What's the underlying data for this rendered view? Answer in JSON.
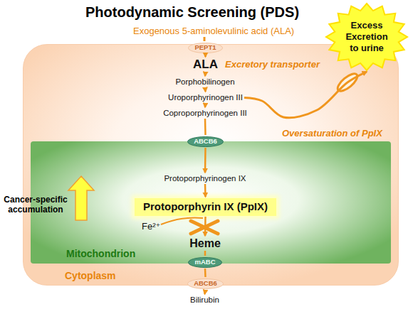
{
  "diagram": {
    "title": "Photodynamic Screening (PDS)",
    "nodes": [
      {
        "text": [
          "Cytoplasm"
        ]
      },
      {
        "text": [
          "PEPT1"
        ],
        "in": 0
      },
      {
        "text": [
          "ALA"
        ],
        "in": 0
      },
      {
        "text": [
          "Porphobilinogen"
        ],
        "in": 0
      },
      {
        "text": [
          "Uroporphyrinogen III"
        ],
        "in": 0
      },
      {
        "text": [
          "Coproporphyrinogen III"
        ],
        "in": 0
      },
      {
        "text": [
          "Mitochondrion"
        ],
        "in": 0
      },
      {
        "text": [
          "ABCB6"
        ],
        "in": 6
      },
      {
        "text": [
          "Protoporphyrinogen IX"
        ],
        "in": 6
      },
      {
        "text": [
          "Protoporphyrin IX (PpIX)"
        ],
        "in": 6
      },
      {
        "text": [
          "Heme"
        ],
        "in": 6
      },
      {
        "text": [
          "mABC"
        ],
        "in": 6
      },
      {
        "text": [
          "ABCB6"
        ],
        "in": 0
      },
      {
        "text": [
          "Bilirubin"
        ]
      },
      {
        "text": [
          "Excess Excretion to urine"
        ]
      }
    ],
    "edges": [
      {
        "from": 1,
        "to": 2,
        "arrow": "to"
      },
      {
        "from": 2,
        "to": 3,
        "arrow": "to"
      },
      {
        "from": 3,
        "to": 4,
        "arrow": "to"
      },
      {
        "from": 4,
        "to": 5,
        "arrow": "to"
      },
      {
        "from": 5,
        "to": 7,
        "arrow": "none"
      },
      {
        "from": 7,
        "to": 8,
        "arrow": "to"
      },
      {
        "from": 8,
        "to": 9,
        "arrow": "to"
      },
      {
        "from": 9,
        "to": 10,
        "arrow": "to"
      },
      {
        "from": 10,
        "to": 11,
        "arrow": "none"
      },
      {
        "from": 11,
        "to": 12,
        "arrow": "none"
      },
      {
        "from": 12,
        "to": 13,
        "arrow": "to"
      },
      {
        "from": 4,
        "to": 14,
        "arrow": "to"
      }
    ],
    "labels": [
      "Exogenous 5-aminolevulinic acid (ALA)",
      "Excretory transporter",
      "Oversaturation of PpIX",
      "Fe²⁺",
      "Cancer-specific accumulation"
    ]
  }
}
